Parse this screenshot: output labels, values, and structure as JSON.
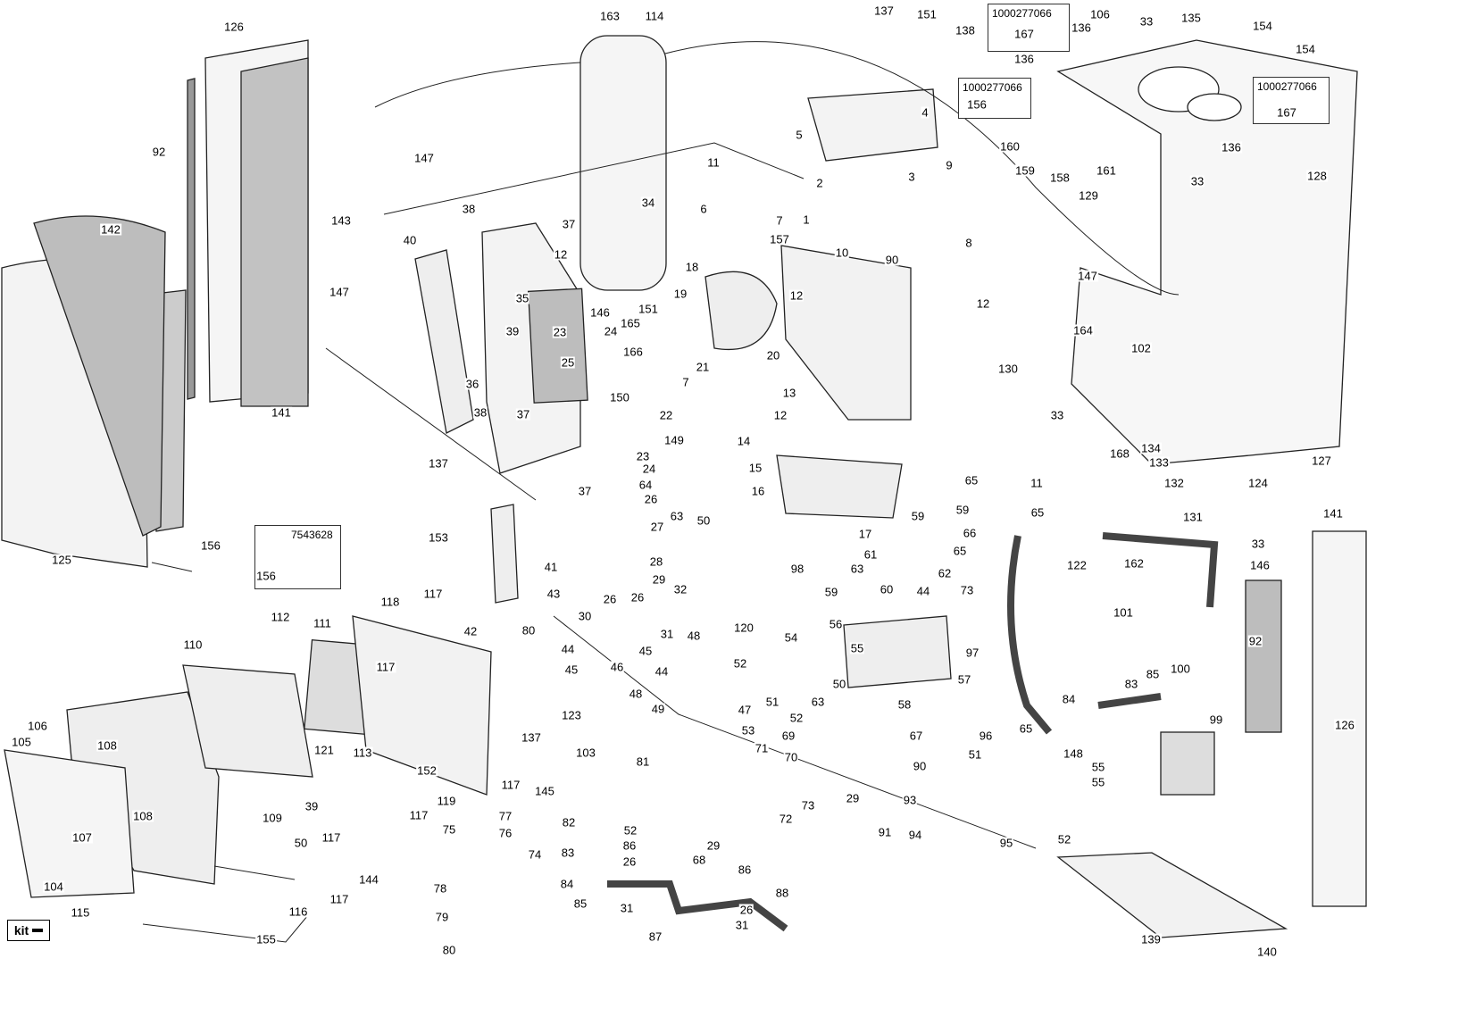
{
  "title_kit_button": "kit",
  "ref_boxes": [
    "7543628",
    "1000277066",
    "1000277066",
    "1000277066"
  ],
  "callouts": [
    "126",
    "92",
    "142",
    "141",
    "125",
    "156",
    "156",
    "163",
    "114",
    "137",
    "151",
    "138",
    "167",
    "136",
    "106",
    "33",
    "135",
    "154",
    "154",
    "136",
    "156",
    "167",
    "147",
    "143",
    "147",
    "38",
    "37",
    "40",
    "34",
    "11",
    "4",
    "5",
    "3",
    "2",
    "9",
    "6",
    "7",
    "1",
    "10",
    "157",
    "90",
    "8",
    "18",
    "12",
    "35",
    "146",
    "165",
    "19",
    "151",
    "12",
    "12",
    "23",
    "39",
    "24",
    "25",
    "166",
    "21",
    "7",
    "20",
    "13",
    "36",
    "150",
    "22",
    "12",
    "38",
    "37",
    "149",
    "23",
    "24",
    "64",
    "26",
    "137",
    "37",
    "14",
    "15",
    "16",
    "65",
    "11",
    "63",
    "50",
    "27",
    "17",
    "59",
    "59",
    "66",
    "65",
    "65",
    "153",
    "41",
    "28",
    "26",
    "26",
    "29",
    "32",
    "30",
    "31",
    "43",
    "117",
    "118",
    "112",
    "111",
    "117",
    "42",
    "80",
    "44",
    "45",
    "120",
    "48",
    "45",
    "46",
    "44",
    "52",
    "54",
    "98",
    "61",
    "63",
    "60",
    "44",
    "62",
    "73",
    "59",
    "56",
    "55",
    "57",
    "47",
    "51",
    "48",
    "49",
    "50",
    "63",
    "52",
    "58",
    "53",
    "110",
    "106",
    "105",
    "108",
    "121",
    "113",
    "152",
    "123",
    "137",
    "103",
    "145",
    "117",
    "119",
    "117",
    "109",
    "39",
    "107",
    "108",
    "104",
    "50",
    "117",
    "144",
    "116",
    "117",
    "115",
    "155",
    "77",
    "75",
    "76",
    "74",
    "78",
    "79",
    "80",
    "81",
    "82",
    "52",
    "86",
    "29",
    "83",
    "26",
    "68",
    "86",
    "84",
    "85",
    "31",
    "26",
    "88",
    "31",
    "87",
    "71",
    "69",
    "70",
    "67",
    "90",
    "72",
    "73",
    "29",
    "91",
    "93",
    "94",
    "95",
    "52",
    "96",
    "51",
    "65",
    "148",
    "55",
    "55",
    "97",
    "101",
    "122",
    "162",
    "83",
    "85",
    "100",
    "84",
    "99",
    "147",
    "164",
    "102",
    "130",
    "33",
    "168",
    "134",
    "133",
    "132",
    "124",
    "131",
    "33",
    "127",
    "128",
    "129",
    "33",
    "136",
    "161",
    "160",
    "159",
    "158",
    "141",
    "146",
    "92",
    "126",
    "139",
    "140"
  ],
  "colors": {
    "line": "#222222",
    "panel_fill": "#d9d9d9",
    "insulation": "#bdbdbd"
  }
}
